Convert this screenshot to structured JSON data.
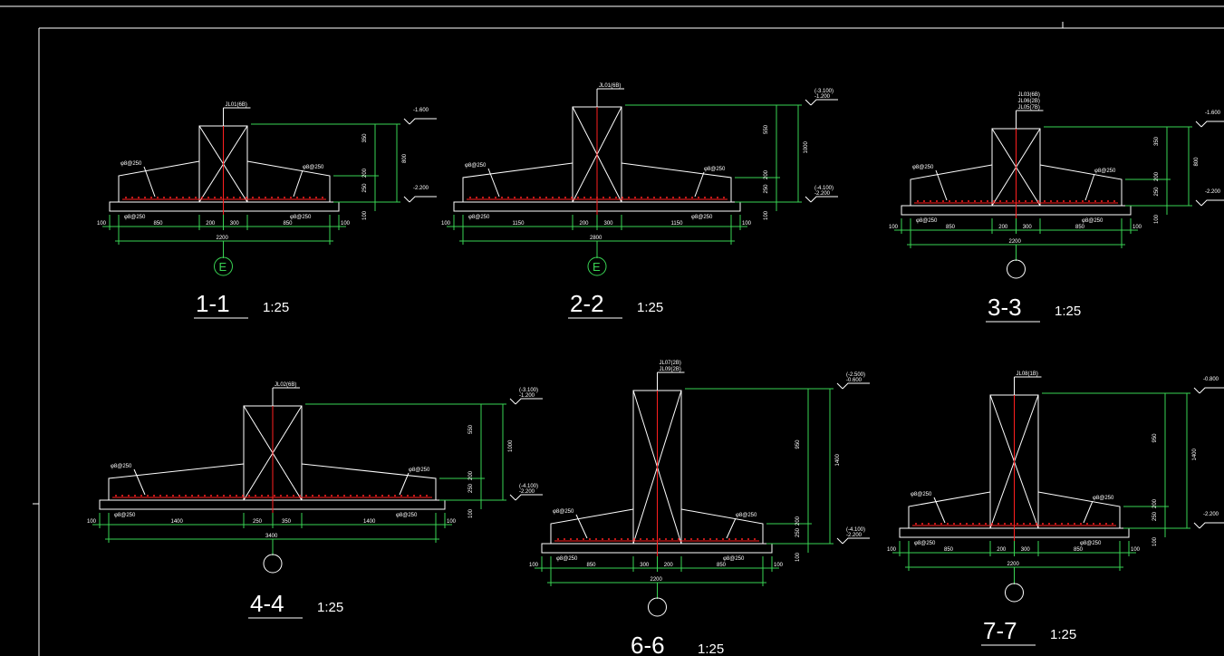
{
  "colors": {
    "background": "#000000",
    "outline": "#ffffff",
    "dimension": "#39d353",
    "rebar": "#ff2020"
  },
  "sections": [
    {
      "title": "1-1",
      "scale": "1:25",
      "beam_label": "JL01(6B)",
      "elev_top": "-1.600",
      "elev_top2": "",
      "elev_bot": "-2.200",
      "elev_bot2": "",
      "vert_dims": [
        "350",
        "200",
        "250"
      ],
      "total_height": "800",
      "base_thk": "100",
      "horiz_dims": [
        "100",
        "850",
        "200",
        "300",
        "850",
        "100"
      ],
      "total_width": "2200",
      "rebar_left": "φ8@250",
      "rebar_right": "φ8@250",
      "bot_left": "φ8@250",
      "bot_right": "φ8@250",
      "grid_label": "E"
    },
    {
      "title": "2-2",
      "scale": "1:25",
      "beam_label": "JL01(6B)",
      "elev_top": "(-3.100)",
      "elev_top2": "-1.200",
      "elev_bot": "(-4.100)",
      "elev_bot2": "-2.200",
      "vert_dims": [
        "550",
        "200",
        "250"
      ],
      "total_height": "1000",
      "base_thk": "100",
      "horiz_dims": [
        "100",
        "1150",
        "200",
        "300",
        "1150",
        "100"
      ],
      "total_width": "2800",
      "rebar_left": "φ8@250",
      "rebar_right": "φ8@250",
      "bot_left": "φ8@250",
      "bot_right": "φ8@250",
      "grid_label": "E"
    },
    {
      "title": "3-3",
      "scale": "1:25",
      "beam_label": "JL05(7B)",
      "beam_label2": "JL06(2B)",
      "beam_label3": "JL03(6B)",
      "elev_top": "-1.600",
      "elev_top2": "",
      "elev_bot": "-2.200",
      "elev_bot2": "",
      "vert_dims": [
        "350",
        "200",
        "250"
      ],
      "total_height": "800",
      "base_thk": "100",
      "horiz_dims": [
        "100",
        "850",
        "200",
        "300",
        "850",
        "100"
      ],
      "total_width": "2200",
      "rebar_left": "φ8@250",
      "rebar_right": "φ8@250",
      "bot_left": "φ8@250",
      "bot_right": "φ8@250",
      "grid_label": ""
    },
    {
      "title": "4-4",
      "scale": "1:25",
      "beam_label": "JL02(6B)",
      "elev_top": "(-3.100)",
      "elev_top2": "-1.200",
      "elev_bot": "(-4.100)",
      "elev_bot2": "-2.200",
      "vert_dims": [
        "550",
        "200",
        "250"
      ],
      "total_height": "1000",
      "base_thk": "100",
      "horiz_dims": [
        "100",
        "1400",
        "250",
        "350",
        "1400",
        "100"
      ],
      "total_width": "3400",
      "rebar_left": "φ8@250",
      "rebar_right": "φ8@250",
      "bot_left": "φ8@250",
      "bot_right": "φ8@250",
      "grid_label": ""
    },
    {
      "title": "6-6",
      "scale": "1:25",
      "beam_label": "JL09(2B)",
      "beam_label2": "JL07(2B)",
      "elev_top": "(-2.500)",
      "elev_top2": "-0.600",
      "elev_bot": "(-4.100)",
      "elev_bot2": "-2.200",
      "vert_dims": [
        "950",
        "200",
        "250"
      ],
      "total_height": "1400",
      "base_thk": "100",
      "horiz_dims": [
        "100",
        "850",
        "300",
        "200",
        "850",
        "100"
      ],
      "total_width": "2200",
      "rebar_left": "φ8@250",
      "rebar_right": "φ8@250",
      "bot_left": "φ8@250",
      "bot_right": "φ8@250",
      "grid_label": ""
    },
    {
      "title": "7-7",
      "scale": "1:25",
      "beam_label": "JL08(1B)",
      "elev_top": "-0.800",
      "elev_top2": "",
      "elev_bot": "-2.200",
      "elev_bot2": "",
      "vert_dims": [
        "950",
        "200",
        "250"
      ],
      "total_height": "1400",
      "base_thk": "100",
      "horiz_dims": [
        "100",
        "850",
        "200",
        "300",
        "850",
        "100"
      ],
      "total_width": "2200",
      "rebar_left": "φ8@250",
      "rebar_right": "φ8@250",
      "bot_left": "φ8@250",
      "bot_right": "φ8@250",
      "grid_label": ""
    }
  ]
}
